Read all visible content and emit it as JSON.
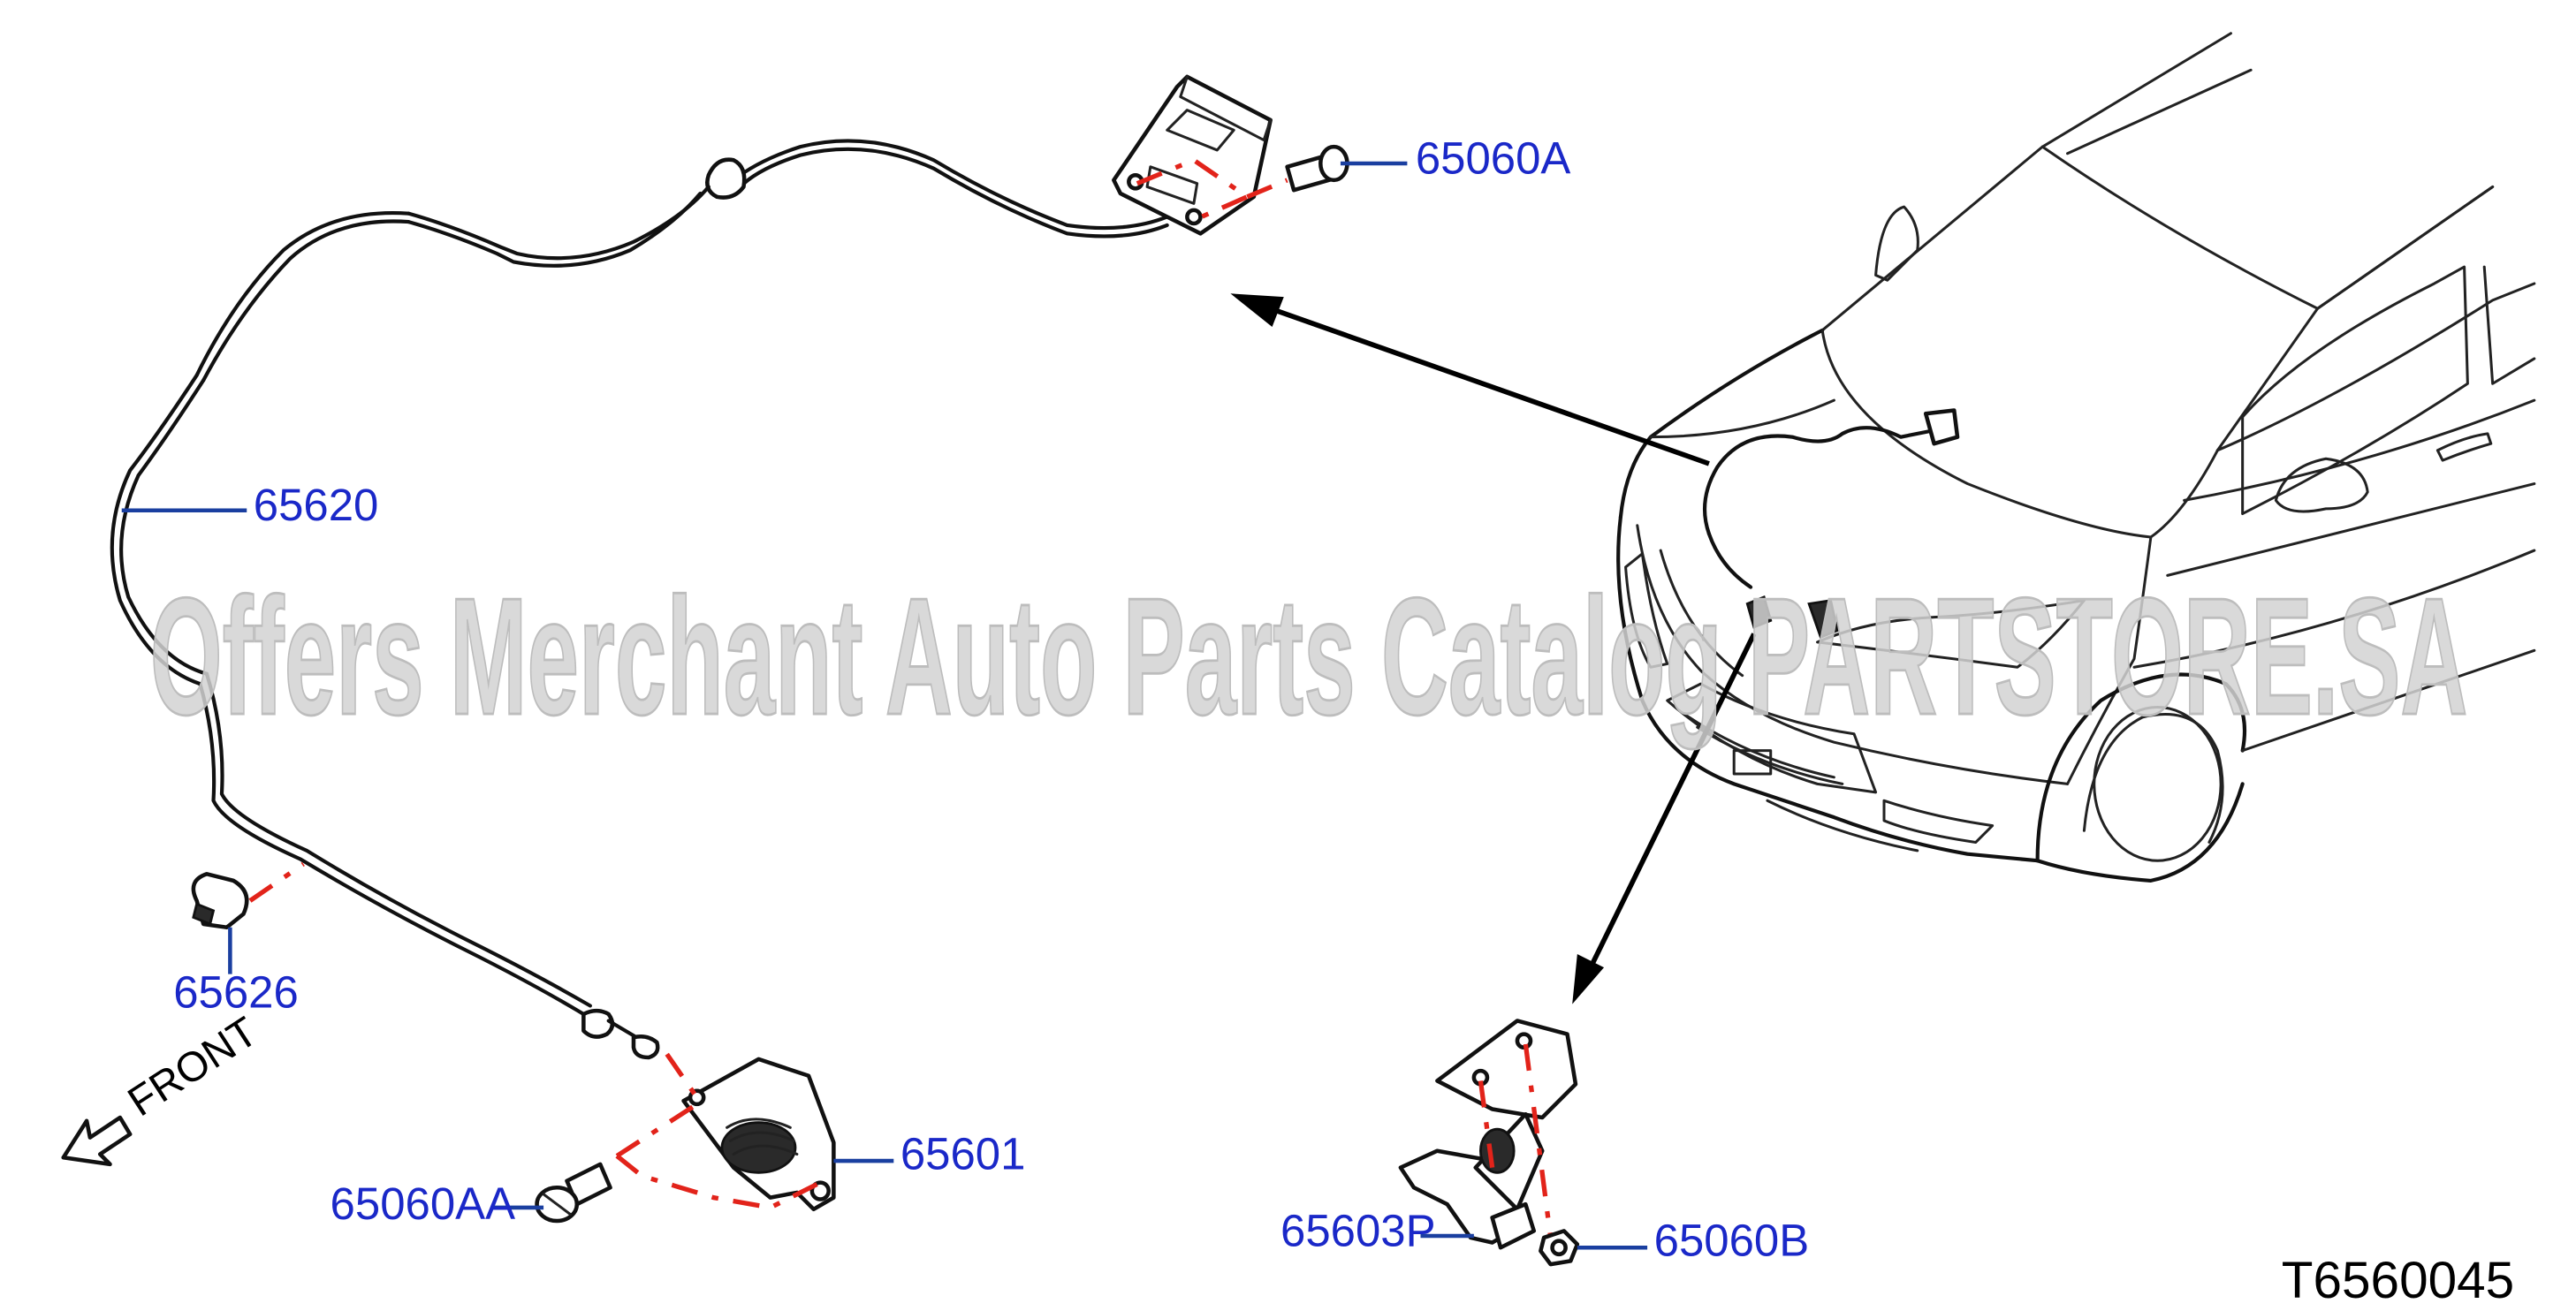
{
  "parts": {
    "hood_lock_cable": "65620",
    "bolt_bracket": "65060A",
    "cable_clip": "65626",
    "hood_lock": "65601",
    "bolt_lock": "65060AA",
    "lock_bracket": "65603P",
    "nut": "65060B"
  },
  "front_label": "FRONT",
  "diagram_code": "T6560045",
  "watermark": "Offers Merchant Auto Parts Catalog PARTSTORE.SA",
  "colors": {
    "label_text": "#1a28c8",
    "leader_line": "#1a3fa0",
    "dash_line": "#e2231a",
    "ink": "#111111",
    "watermark": "#d2d2d2"
  }
}
